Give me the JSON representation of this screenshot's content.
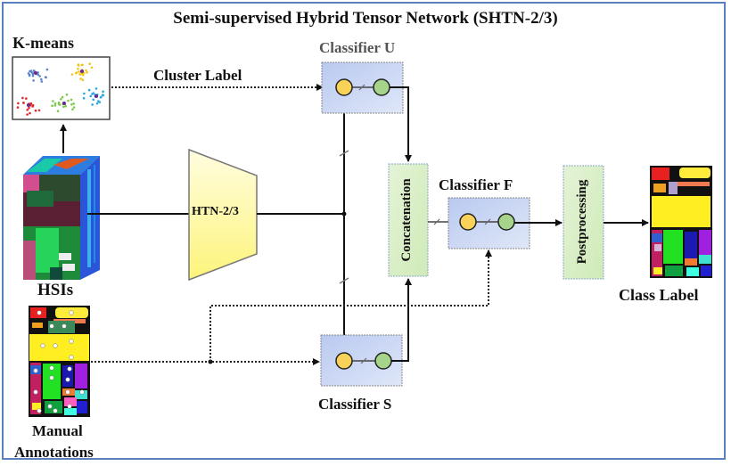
{
  "title": "Semi-supervised Hybrid Tensor Network (SHTN-2/3)",
  "nodes": {
    "kmeans": {
      "label": "K-means",
      "icon": "scatter-clusters-icon",
      "cluster_colors": [
        "#5b84c9",
        "#f0c419",
        "#e0282c",
        "#7ec850",
        "#29a8e0"
      ]
    },
    "cluster_label": {
      "label": "Cluster Label"
    },
    "hsi": {
      "label": "HSIs",
      "icon": "hyperspectral-cube-icon"
    },
    "htn": {
      "label": "HTN-2/3"
    },
    "manual": {
      "label_line1": "Manual",
      "label_line2": "Annotations",
      "icon": "annotation-map-icon"
    },
    "classifier_u": {
      "label": "Classifier U"
    },
    "classifier_s": {
      "label": "Classifier S"
    },
    "classifier_f": {
      "label": "Classifier F"
    },
    "concatenation": {
      "label": "Concatenation"
    },
    "postprocessing": {
      "label": "Postprocessing"
    },
    "class_label": {
      "label": "Class Label",
      "icon": "classification-map-icon"
    }
  },
  "colors": {
    "frame_border": "#5b7fbf",
    "classifier_fill": "#c9d6f2",
    "green_box_fill": "#ddf0cc",
    "htn_fill": "#fdf79e",
    "node_input": "#f9d25a",
    "node_output": "#a6d48a"
  }
}
